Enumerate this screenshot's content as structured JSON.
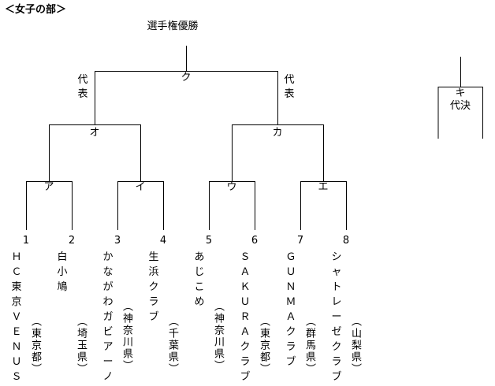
{
  "title": "＜女子の部＞",
  "champion_label": "選手権優勝",
  "daihyo_label": "代表",
  "matches": {
    "a": "ア",
    "i": "イ",
    "u": "ウ",
    "e": "エ",
    "o": "オ",
    "ka": "カ",
    "ku": "ク",
    "ki": "キ"
  },
  "kettei_label": "代決",
  "teams": [
    {
      "num": "1",
      "name": "ＨＣ東京ＶＥＮＵＳ",
      "pref": "（東京都）"
    },
    {
      "num": "2",
      "name": "白小鳩",
      "pref": "（埼玉県）"
    },
    {
      "num": "3",
      "name": "かながわガビアーノ",
      "pref": "（神奈川県）"
    },
    {
      "num": "4",
      "name": "生浜クラブ",
      "pref": "（千葉県）"
    },
    {
      "num": "5",
      "name": "あじこめ",
      "pref": "（神奈川県）"
    },
    {
      "num": "6",
      "name": "ＳＡＫＵＲＡクラブ",
      "pref": "（東京都）"
    },
    {
      "num": "7",
      "name": "ＧＵＮＭＡクラブ",
      "pref": "（群馬県）"
    },
    {
      "num": "8",
      "name": "シャトレーゼクラブ",
      "pref": "（山梨県）"
    }
  ]
}
